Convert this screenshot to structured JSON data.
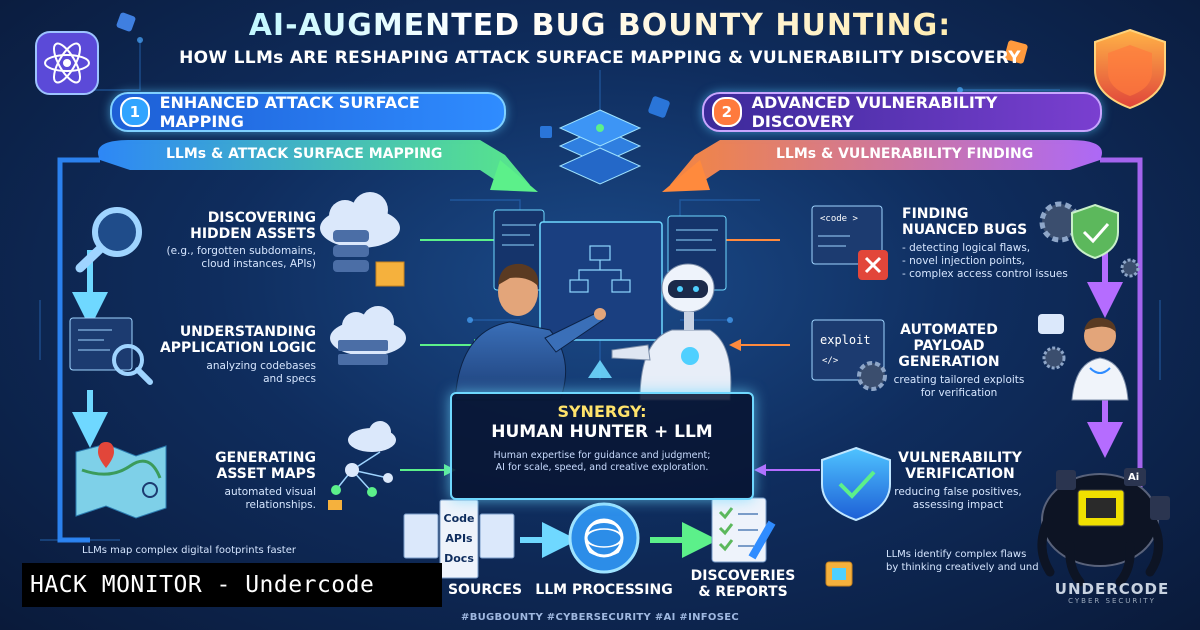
{
  "title": {
    "line1": "AI-AUGMENTED BUG BOUNTY HUNTING:",
    "line2": "HOW LLMs ARE RESHAPING ATTACK SURFACE MAPPING & VULNERABILITY DISCOVERY"
  },
  "section1": {
    "number": "1",
    "label": "ENHANCED ATTACK SURFACE MAPPING",
    "arrow_label": "LLMs & ATTACK SURFACE MAPPING",
    "items": [
      {
        "heading_line1": "DISCOVERING",
        "heading_line2": "HIDDEN ASSETS",
        "desc_line1": "(e.g., forgotten subdomains,",
        "desc_line2": "cloud instances, APIs)"
      },
      {
        "heading_line1": "UNDERSTANDING",
        "heading_line2": "APPLICATION LOGIC",
        "desc_line1": "analyzing codebases",
        "desc_line2": "and specs"
      },
      {
        "heading_line1": "GENERATING",
        "heading_line2": "ASSET MAPS",
        "desc_line1": "automated visual",
        "desc_line2": "relationships."
      }
    ],
    "footer": "LLMs map complex digital footprints faster"
  },
  "section2": {
    "number": "2",
    "label": "ADVANCED VULNERABILITY DISCOVERY",
    "arrow_label": "LLMs & VULNERABILITY FINDING",
    "items": [
      {
        "heading_line1": "FINDING",
        "heading_line2": "NUANCED BUGS",
        "bullets": [
          "- detecting logical flaws,",
          "- novel injection points,",
          "- complex access control issues"
        ]
      },
      {
        "heading_line1": "AUTOMATED",
        "heading_line2": "PAYLOAD",
        "heading_line3": "GENERATION",
        "desc_line1": "creating tailored exploits",
        "desc_line2": "for verification"
      },
      {
        "heading_line1": "VULNERABILITY",
        "heading_line2": "VERIFICATION",
        "desc_line1": "reducing false positives,",
        "desc_line2": "assessing impact"
      }
    ],
    "footer_line1": "LLMs identify complex flaws",
    "footer_line2": "by thinking creatively and und"
  },
  "synergy": {
    "line1": "SYNERGY:",
    "line2": "HUMAN HUNTER + LLM",
    "line3": "Human expertise for guidance and judgment;",
    "line4": "AI for scale, speed, and creative exploration."
  },
  "flow": {
    "doc_labels": [
      "Code",
      "APIs",
      "Docs"
    ],
    "sources": "SOURCES",
    "processing": "LLM PROCESSING",
    "discoveries_line1": "DISCOVERIES",
    "discoveries_line2": "& REPORTS"
  },
  "code_labels": {
    "code": "<code >",
    "exploit": "exploit",
    "tag": "</>"
  },
  "hashtags": "#BUGBOUNTY #CYBERSECURITY #AI #INFOSEC",
  "banner": "HACK MONITOR - Undercode",
  "brand": {
    "name": "UNDERCODE",
    "sub": "CYBER SECURITY",
    "chip": "Ai"
  },
  "colors": {
    "accent_cyan": "#6fd8ff",
    "accent_green": "#5cf08a",
    "accent_orange": "#ff8a3d",
    "accent_purple": "#b56cff",
    "accent_blue": "#2f8cff"
  }
}
